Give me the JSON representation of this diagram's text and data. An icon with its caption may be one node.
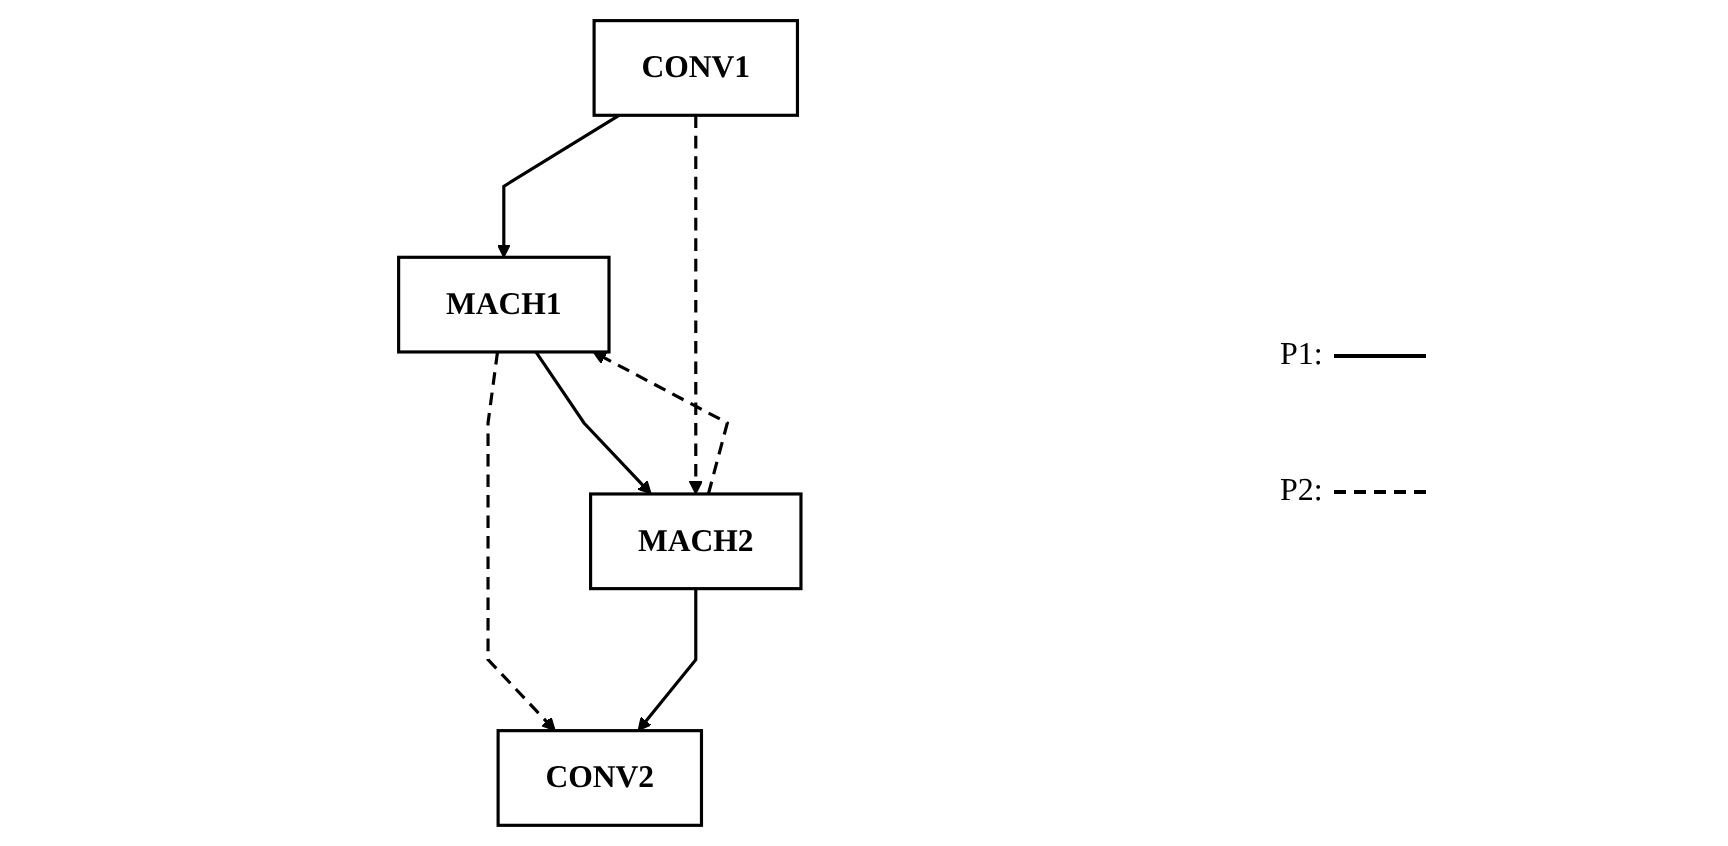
{
  "diagram": {
    "nodes": [
      {
        "text": [
          "MACH1"
        ]
      },
      {
        "text": [
          "MACH2"
        ]
      },
      {
        "text": [
          "CONV1"
        ]
      },
      {
        "text": [
          "CONV2"
        ]
      }
    ],
    "edges": [
      {
        "from": 0,
        "to": 1,
        "arrow": "to"
      },
      {
        "from": 1,
        "to": 0,
        "arrow": "to",
        "style": "dashed"
      },
      {
        "from": 0,
        "to": 3,
        "arrow": "to",
        "style": "dashed"
      },
      {
        "from": 2,
        "to": 0,
        "arrow": "to"
      },
      {
        "from": 2,
        "to": 1,
        "arrow": "to",
        "style": "dashed"
      },
      {
        "from": 1,
        "to": 3,
        "arrow": "to"
      }
    ],
    "legend": [
      {
        "text": "P1:"
      },
      {
        "text": "P2:"
      }
    ]
  }
}
